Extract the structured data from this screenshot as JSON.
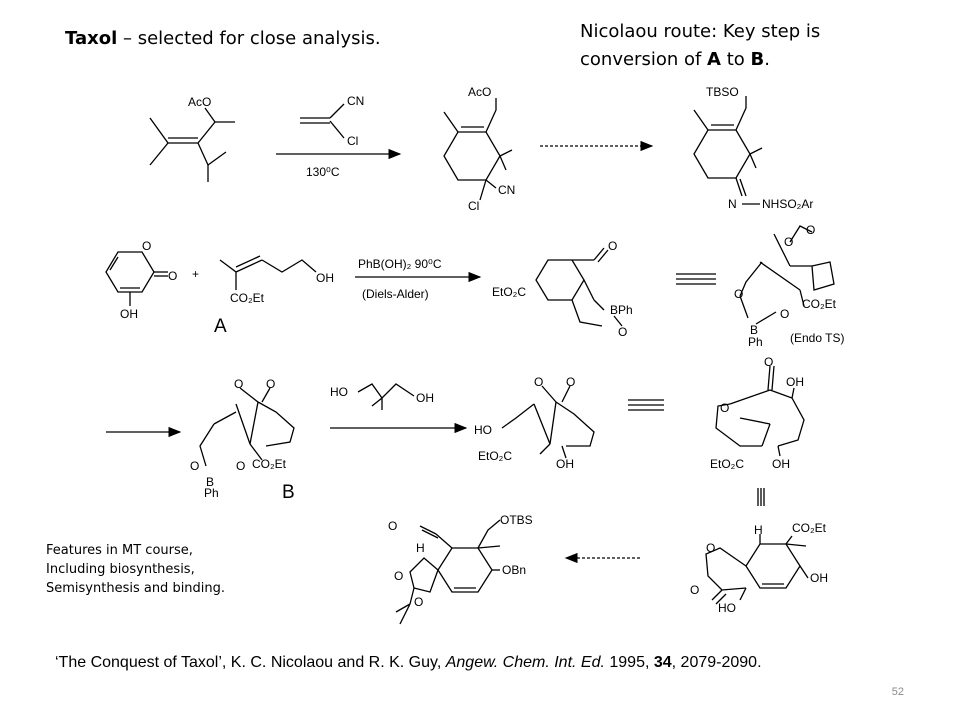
{
  "title": {
    "bold": "Taxol",
    "rest": " – selected for close analysis."
  },
  "route_note": {
    "line1": "Nicolaou route: Key step is",
    "line2_pre": "conversion of ",
    "a": "A",
    "to": " to ",
    "b": "B",
    "end": "."
  },
  "features": [
    "Features in MT course,",
    "Including biosynthesis,",
    "Semisynthesis and binding."
  ],
  "reference": {
    "quote": "‘The Conquest of Taxol’, K. C. Nicolaou and R. K. Guy, ",
    "journal": "Angew. Chem. Int. Ed.",
    "year": " 1995, ",
    "volume": "34",
    "pages": ", 2079-2090."
  },
  "slide_number": "52",
  "labels": {
    "aco": "AcO",
    "cn": "CN",
    "cl": "Cl",
    "temp": "130⁰C",
    "tbso": "TBSO",
    "hydrazone": "N",
    "nhso2ar": "NHSO₂Ar",
    "o": "O",
    "oh": "OH",
    "ho": "HO",
    "plus": "+",
    "co2et": "CO₂Et",
    "eto2c": "EtO₂C",
    "phb": "PhB(OH)₂ 90⁰C",
    "da": "(Diels-Alder)",
    "bph": "BPh",
    "b": "B",
    "ph": "Ph",
    "endo": "(Endo TS)",
    "h": "H",
    "otbs": "OTBS",
    "obn": "OBn",
    "cmp_a": "A",
    "cmp_b": "B"
  }
}
